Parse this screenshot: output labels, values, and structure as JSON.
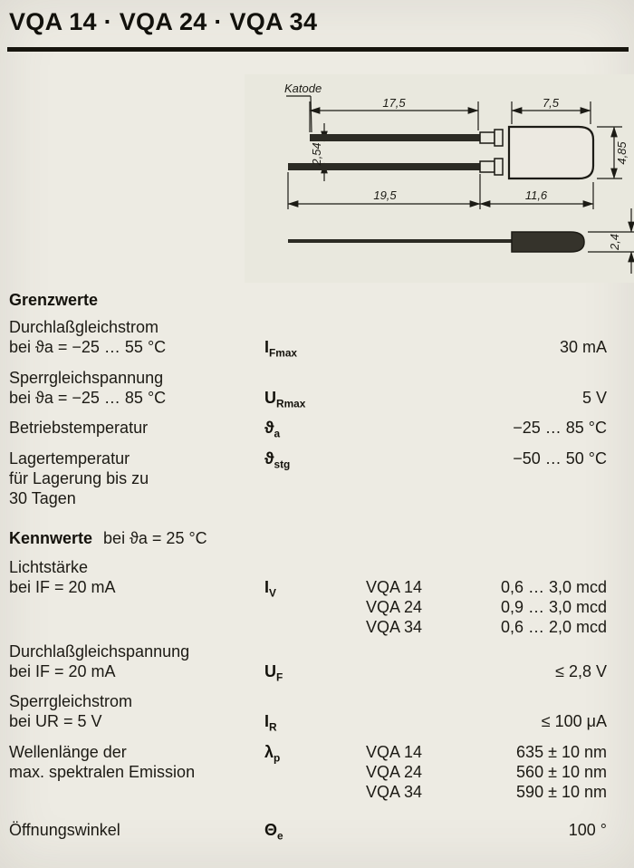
{
  "page_title": "VQA 14 · VQA 24 · VQA 34",
  "drawing": {
    "katode": "Katode",
    "dim_17_5": "17,5",
    "dim_7_5": "7,5",
    "dim_2_54": "2,54",
    "dim_4_85": "4,85",
    "dim_19_5": "19,5",
    "dim_11_6": "11,6",
    "dim_2_4": "2,4"
  },
  "grenzwerte": {
    "heading": "Grenzwerte",
    "rows": [
      {
        "lines": [
          "Durchlaßgleichstrom",
          "bei ϑa = −25 … 55 °C"
        ],
        "sym_base": "I",
        "sym_sub": "Fmax",
        "entries": [
          {
            "variant": "",
            "value": "30 mA"
          }
        ]
      },
      {
        "lines": [
          "Sperrgleichspannung",
          "bei ϑa = −25 … 85 °C"
        ],
        "sym_base": "U",
        "sym_sub": "Rmax",
        "entries": [
          {
            "variant": "",
            "value": "5 V"
          }
        ]
      },
      {
        "lines": [
          "Betriebstemperatur"
        ],
        "sym_base": "ϑ",
        "sym_sub": "a",
        "entries": [
          {
            "variant": "",
            "value": "−25 … 85 °C"
          }
        ]
      },
      {
        "lines": [
          "Lagertemperatur",
          "für Lagerung bis zu",
          "30 Tagen"
        ],
        "sym_base": "ϑ",
        "sym_sub": "stg",
        "entries": [
          {
            "variant": "",
            "value": "−50 … 50 °C"
          }
        ]
      }
    ]
  },
  "kennwerte": {
    "heading_bold": "Kennwerte",
    "heading_rest": "bei ϑa = 25 °C",
    "rows": [
      {
        "lines": [
          "Lichtstärke",
          "bei IF = 20 mA"
        ],
        "sym_base": "I",
        "sym_sub": "V",
        "entries": [
          {
            "variant": "VQA 14",
            "value": "0,6 … 3,0 mcd"
          },
          {
            "variant": "VQA 24",
            "value": "0,9 … 3,0 mcd"
          },
          {
            "variant": "VQA 34",
            "value": "0,6 … 2,0 mcd"
          }
        ]
      },
      {
        "lines": [
          "Durchlaßgleichspannung",
          "bei IF = 20 mA"
        ],
        "sym_base": "U",
        "sym_sub": "F",
        "entries": [
          {
            "variant": "",
            "value": "≤ 2,8 V"
          }
        ]
      },
      {
        "lines": [
          "Sperrgleichstrom",
          "bei UR = 5 V"
        ],
        "sym_base": "I",
        "sym_sub": "R",
        "entries": [
          {
            "variant": "",
            "value": "≤ 100 μA"
          }
        ]
      },
      {
        "lines": [
          "Wellenlänge der",
          "max. spektralen Emission"
        ],
        "sym_base": "λ",
        "sym_sub": "p",
        "entries": [
          {
            "variant": "VQA 14",
            "value": "635 ± 10 nm"
          },
          {
            "variant": "VQA 24",
            "value": "560 ± 10 nm"
          },
          {
            "variant": "VQA 34",
            "value": "590 ± 10 nm"
          }
        ]
      },
      {
        "lines": [
          "Öffnungswinkel"
        ],
        "sym_base": "Θ",
        "sym_sub": "e",
        "entries": [
          {
            "variant": "",
            "value": "100 °"
          }
        ]
      }
    ]
  }
}
